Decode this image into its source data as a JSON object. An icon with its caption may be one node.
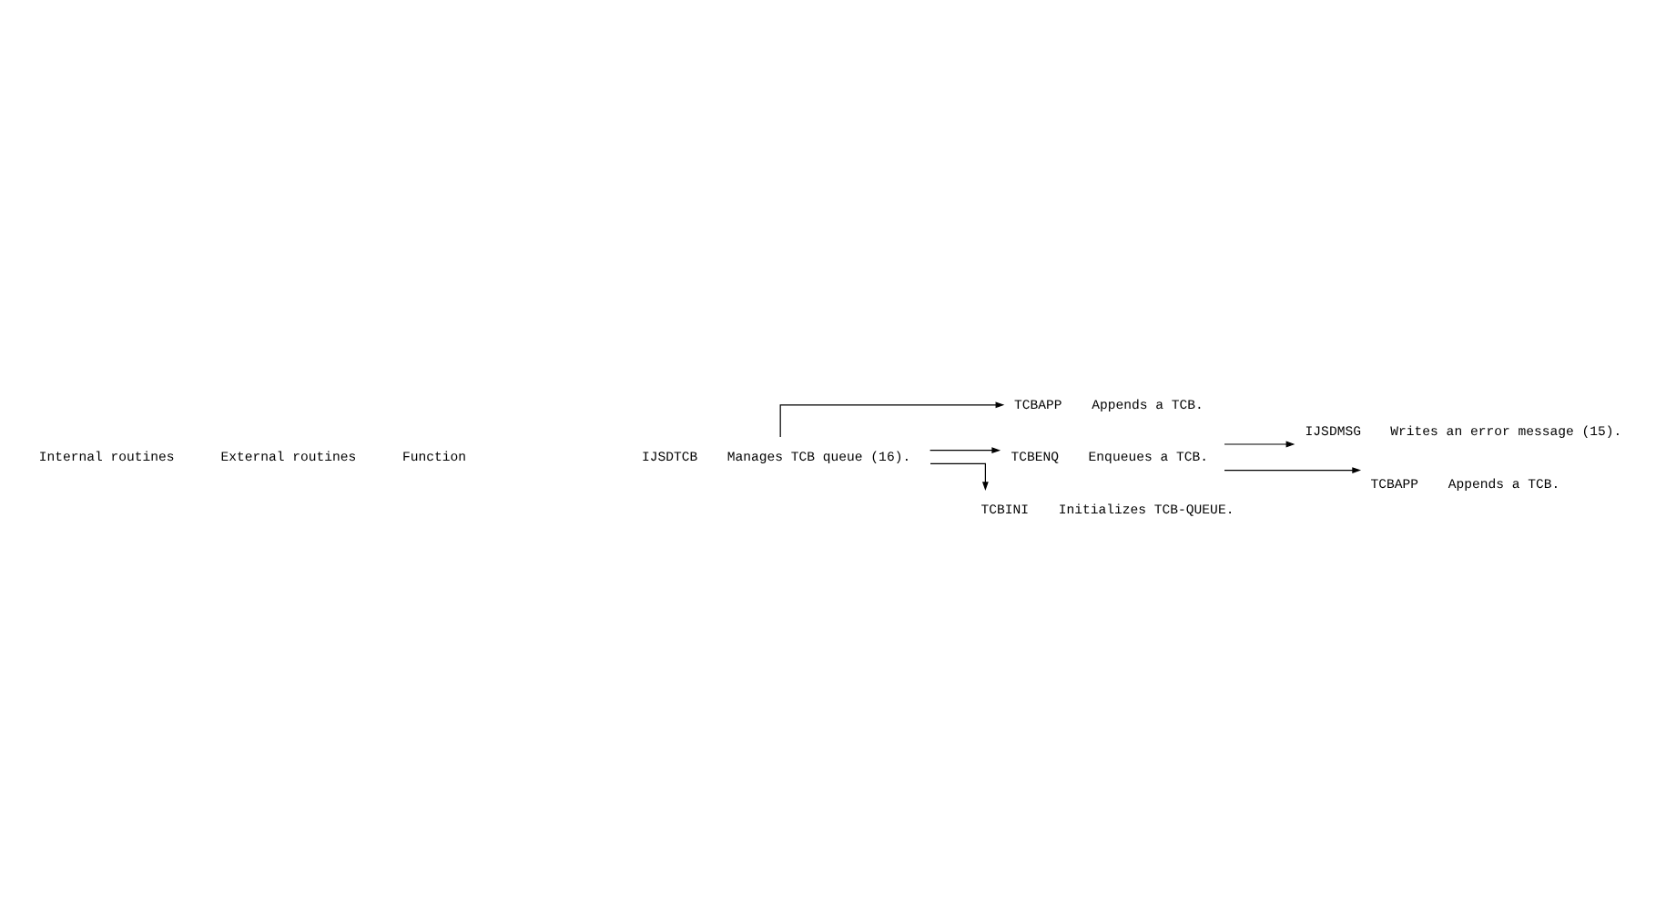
{
  "diagram": {
    "nodes": [
      {
        "text": [
          "IJSDTCB"
        ],
        "beside": [
          "Manages TCB queue (16)."
        ]
      },
      {
        "text": [
          "TCBAPP"
        ],
        "beside": [
          "Appends a TCB."
        ]
      },
      {
        "text": [
          "TCBENQ"
        ],
        "beside": [
          "Enqueues a TCB."
        ]
      },
      {
        "text": [
          "IJSDMSG"
        ],
        "beside": [
          "Writes an error message (15)."
        ]
      },
      {
        "text": [
          "TCBAPP"
        ],
        "beside": [
          "Appends a TCB."
        ]
      },
      {
        "text": [
          "TCBINI"
        ],
        "beside": [
          "Initializes TCB-QUEUE."
        ]
      }
    ],
    "edges": [
      {
        "from": 0,
        "to": 1,
        "arrow": "to"
      },
      {
        "from": 0,
        "to": 2,
        "arrow": "to"
      },
      {
        "from": 2,
        "to": 3,
        "arrow": "to"
      },
      {
        "from": 2,
        "to": 4,
        "arrow": "to"
      },
      {
        "from": 0,
        "to": 5,
        "arrow": "to"
      }
    ],
    "labels": [
      "Internal routines",
      "External routines",
      "Function"
    ]
  }
}
